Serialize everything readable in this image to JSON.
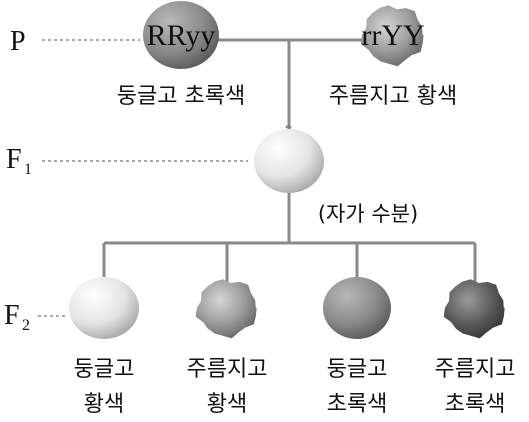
{
  "generations": {
    "p": {
      "label": "P"
    },
    "f1": {
      "label": "F",
      "sub": "1"
    },
    "f2": {
      "label": "F",
      "sub": "2"
    }
  },
  "parents": {
    "left": {
      "genotype": "RRyy",
      "phenotype": "둥글고 초록색"
    },
    "right": {
      "genotype": "rrYY",
      "phenotype": "주름지고 황색"
    }
  },
  "f1_note": "(자가 수분)",
  "offspring": [
    {
      "line1": "둥글고",
      "line2": "황색"
    },
    {
      "line1": "주름지고",
      "line2": "황색"
    },
    {
      "line1": "둥글고",
      "line2": "초록색"
    },
    {
      "line1": "주름지고",
      "line2": "초록색"
    }
  ],
  "colors": {
    "smooth_yellow": "#e6e6e6",
    "smooth_green": "#8c8c8c",
    "wrinkled_yellow": "#9a9a9a",
    "wrinkled_green": "#555555",
    "lines": "#8a8a8a"
  },
  "icons": {
    "smooth": "smooth-pea-icon",
    "wrinkled": "wrinkled-pea-icon"
  }
}
